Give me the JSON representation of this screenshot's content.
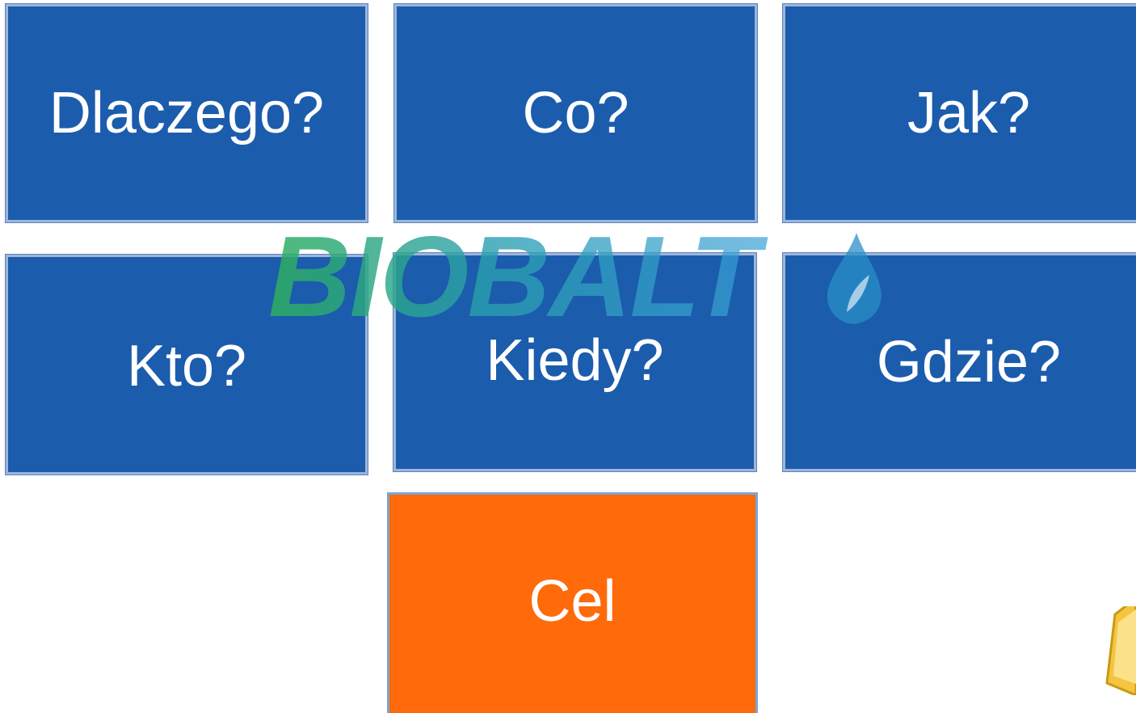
{
  "questions": {
    "why": "Dlaczego?",
    "what": "Co?",
    "how": "Jak?",
    "who": "Kto?",
    "when": "Kiedy?",
    "where": "Gdzie?"
  },
  "goal": "Cel",
  "watermark": "BIOBALT",
  "colors": {
    "box_blue": "#1b5cad",
    "goal_orange": "#ff6a0b",
    "watermark_green": "#2eae5e",
    "watermark_blue": "#2a95c8"
  }
}
